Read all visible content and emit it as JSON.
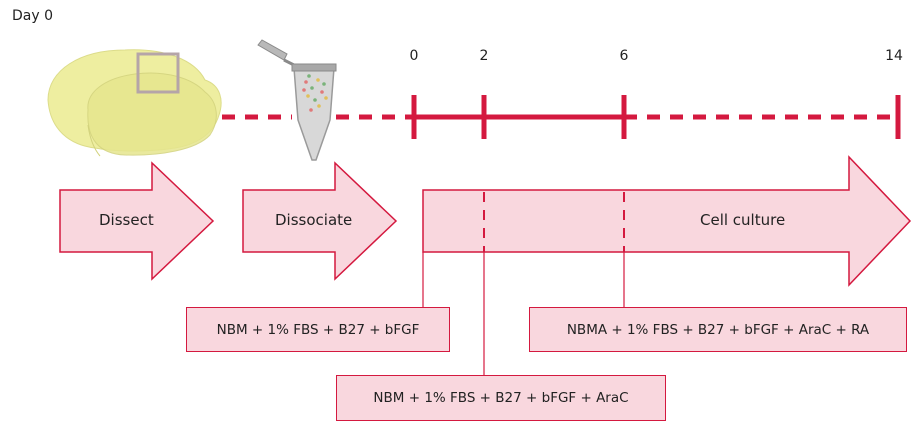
{
  "day_label": "Day 0",
  "timeline": {
    "ticks": [
      "0",
      "2",
      "6",
      "14"
    ],
    "color": "#d4193f"
  },
  "steps": {
    "dissect": "Dissect",
    "dissociate": "Dissociate",
    "culture": "Cell culture"
  },
  "media": {
    "day0": "NBM + 1% FBS + B27 + bFGF",
    "day2": "NBM + 1% FBS + B27 + bFGF + AraC",
    "day6": "NBMA + 1% FBS + B27 + bFGF + AraC + RA"
  },
  "colors": {
    "accent": "#d4193f",
    "arrow_fill": "#f9d7de",
    "brain_fill": "#eeeea0",
    "brain_stroke": "#dcdc8a",
    "tube_gray": "#8a8a8a"
  },
  "icons": {
    "brain": "brain-icon",
    "tube": "microcentrifuge-tube-icon"
  }
}
